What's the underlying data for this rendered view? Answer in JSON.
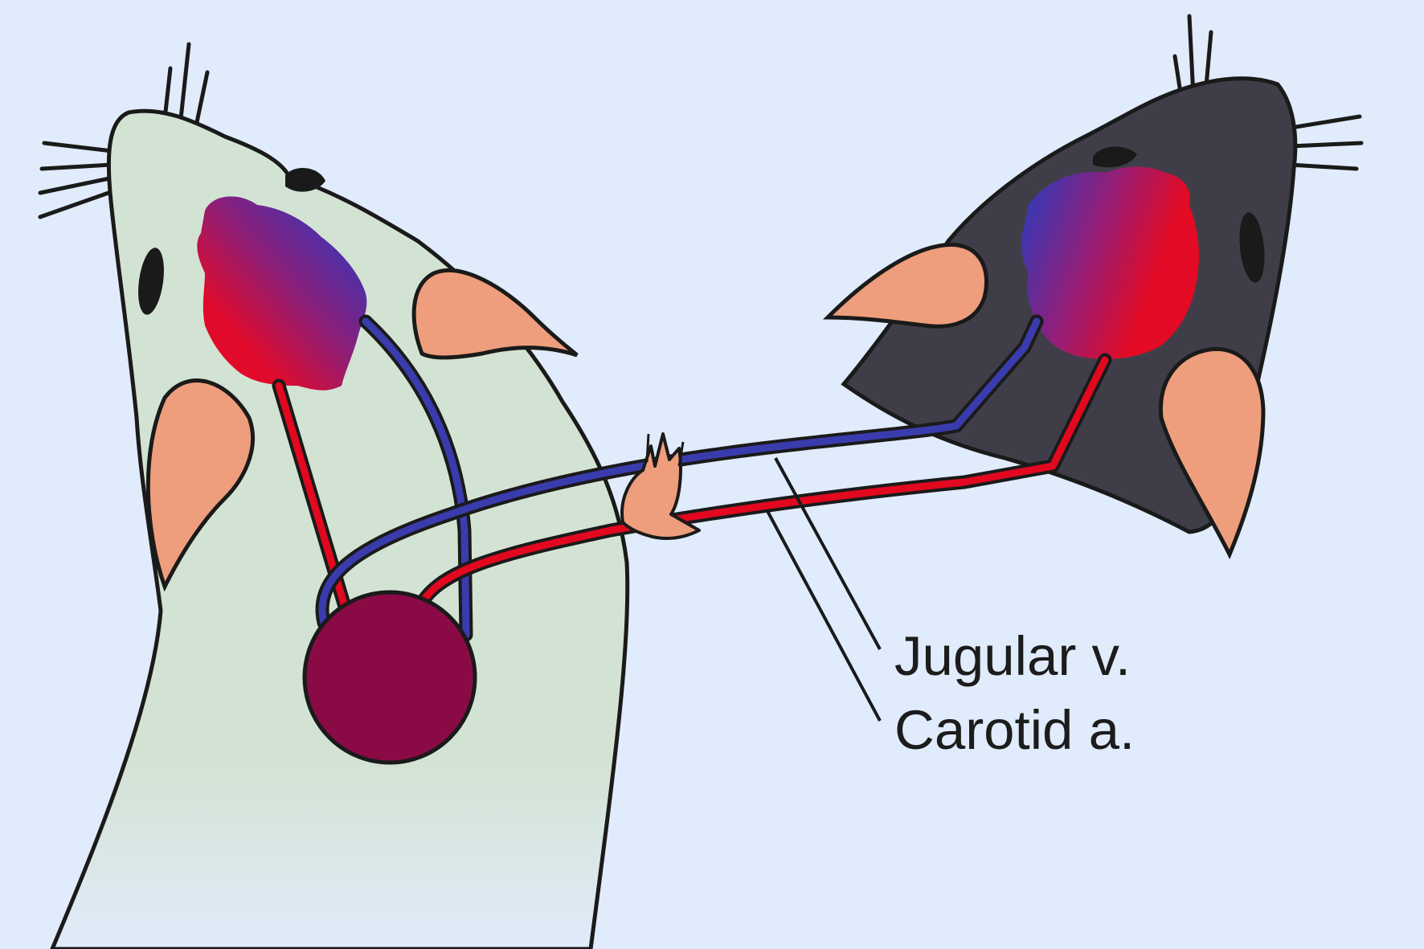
{
  "labels": {
    "jugular": "Jugular v.",
    "carotid": "Carotid a."
  },
  "colors": {
    "background": "#e0ebfb",
    "white_mouse_body": "#d3e3d3",
    "black_mouse_body": "#3f3e48",
    "ear": "#ee9e7c",
    "vein": "#3a3cad",
    "artery": "#e1081f",
    "heart": "#8a0a45",
    "outline": "#1a1a1a"
  },
  "icons": {
    "white_mouse": "white-mouse",
    "black_mouse": "black-mouse",
    "brain": "brain",
    "heart": "heart"
  }
}
